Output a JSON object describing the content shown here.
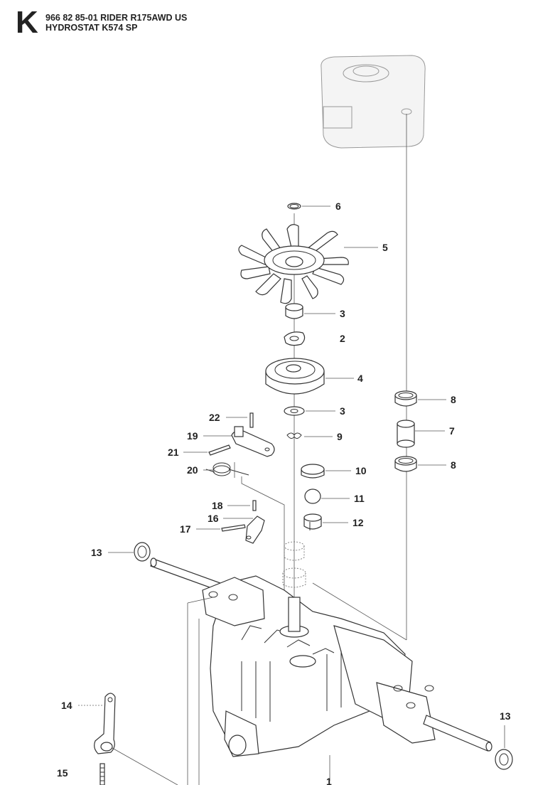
{
  "header": {
    "section_letter": "K",
    "line1": "966 82 85-01 RIDER R175AWD US",
    "line2": "HYDROSTAT K574 SP"
  },
  "callouts": {
    "p6": "6",
    "p5": "5",
    "p3a": "3",
    "p2": "2",
    "p4": "4",
    "p3b": "3",
    "p22": "22",
    "p19": "19",
    "p21": "21",
    "p9": "9",
    "p20": "20",
    "p8a": "8",
    "p7": "7",
    "p8b": "8",
    "p10": "10",
    "p11": "11",
    "p12": "12",
    "p18": "18",
    "p16": "16",
    "p17": "17",
    "p13a": "13",
    "p13b": "13",
    "p14": "14",
    "p15": "15",
    "p1": "1"
  }
}
